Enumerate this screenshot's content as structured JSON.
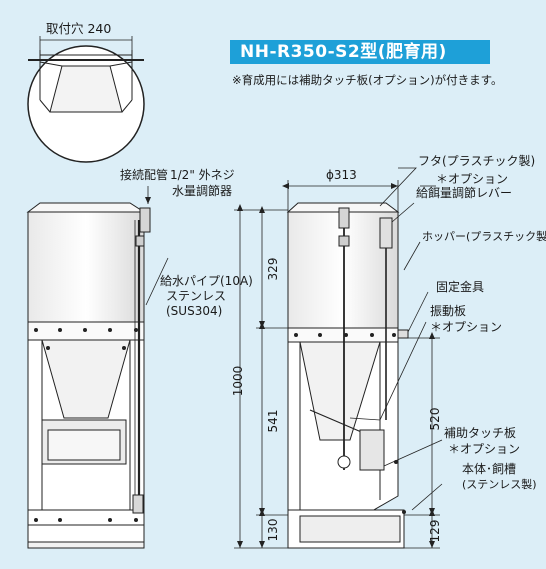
{
  "title": "NH-R350-S2型(肥育用)",
  "note": "※育成用には補助タッチ板(オプション)が付きます。",
  "labels": {
    "mount_hole": "取付穴 240",
    "connection_pipe": "接続配管",
    "outer_thread": "1/2\" 外ネジ",
    "water_regulator": "水量調節器",
    "supply_pipe": "給水パイプ(10A)",
    "stainless": "ステンレス",
    "sus304": "(SUS304)",
    "lid": "フタ(プラスチック製)",
    "option_1": "＊オプション",
    "feed_lever": "給餌量調節レバー",
    "hopper": "ホッパー(プラスチック製)",
    "fixing": "固定金具",
    "vibration_plate": "振動板",
    "option_2": "＊オプション",
    "touch_plate": "補助タッチ板",
    "option_3": "＊オプション",
    "body_trough": "本体･飼槽",
    "stainless_made": "(ステンレス製)"
  },
  "dimensions": {
    "diameter": "ϕ313",
    "d329": "329",
    "d1000": "1000",
    "d541": "541",
    "d130": "130",
    "d520": "520",
    "d129": "129"
  }
}
